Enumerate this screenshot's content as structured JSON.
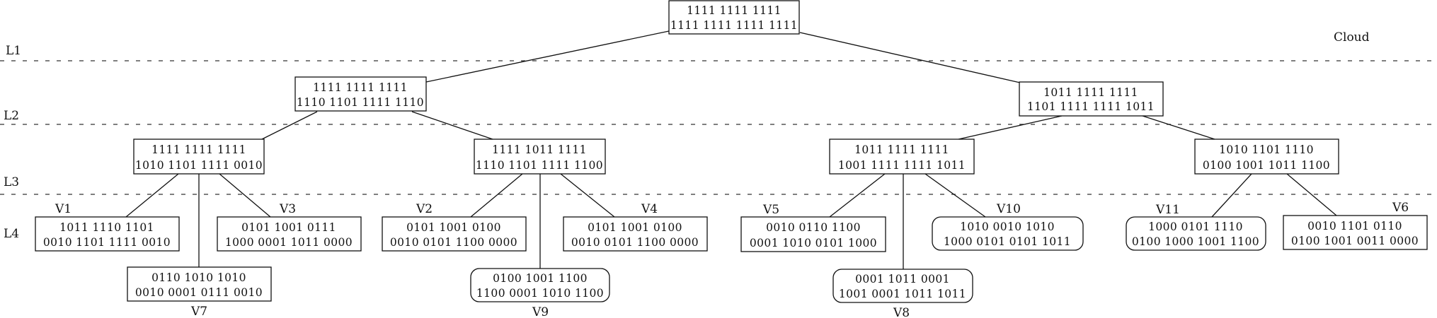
{
  "cloud_label": "Cloud",
  "layers": [
    "L1",
    "L2",
    "L3",
    "L4"
  ],
  "nodes": {
    "root": {
      "line1": "1111 1111 1111",
      "line2": "1111 1111 1111 1111"
    },
    "l2_left": {
      "line1": "1111 1111 1111",
      "line2": "1110 1101 1111 1110"
    },
    "l2_right": {
      "line1": "1011 1111 1111",
      "line2": "1101 1111 1111 1011"
    },
    "l3_a": {
      "line1": "1111 1111 1111",
      "line2": "1010 1101 1111 0010"
    },
    "l3_b": {
      "line1": "1111 1011 1111",
      "line2": "1110 1101 1111 1100"
    },
    "l3_c": {
      "line1": "1011 1111 1111",
      "line2": "1001 1111 1111 1011"
    },
    "l3_d": {
      "line1": "1010 1101 1110",
      "line2": "0100 1001 1011 1100"
    },
    "v1": {
      "name": "V1",
      "line1": "1011 1110 1101",
      "line2": "0010 1101 1111 0010"
    },
    "v3": {
      "name": "V3",
      "line1": "0101 1001 0111",
      "line2": "1000 0001 1011 0000"
    },
    "v7": {
      "name": "V7",
      "line1": "0110 1010 1010",
      "line2": "0010 0001 0111 0010"
    },
    "v2": {
      "name": "V2",
      "line1": "0101 1001 0100",
      "line2": "0010 0101 1100 0000"
    },
    "v4": {
      "name": "V4",
      "line1": "0101 1001 0100",
      "line2": "0010 0101 1100 0000"
    },
    "v9": {
      "name": "V9",
      "line1": "0100 1001 1100",
      "line2": "1100 0001 1010 1100"
    },
    "v5": {
      "name": "V5",
      "line1": "0010 0110 1100",
      "line2": "0001 1010 0101 1000"
    },
    "v10": {
      "name": "V10",
      "line1": "1010 0010 1010",
      "line2": "1000 0101 0101 1011"
    },
    "v8": {
      "name": "V8",
      "line1": "0001 1011 0001",
      "line2": "1001 0001 1011 1011"
    },
    "v11": {
      "name": "V11",
      "line1": "1000 0101 1110",
      "line2": "0100 1000 1001 1100"
    },
    "v6": {
      "name": "V6",
      "line1": "0010 1101 0110",
      "line2": "0100 1001 0011 0000"
    }
  }
}
